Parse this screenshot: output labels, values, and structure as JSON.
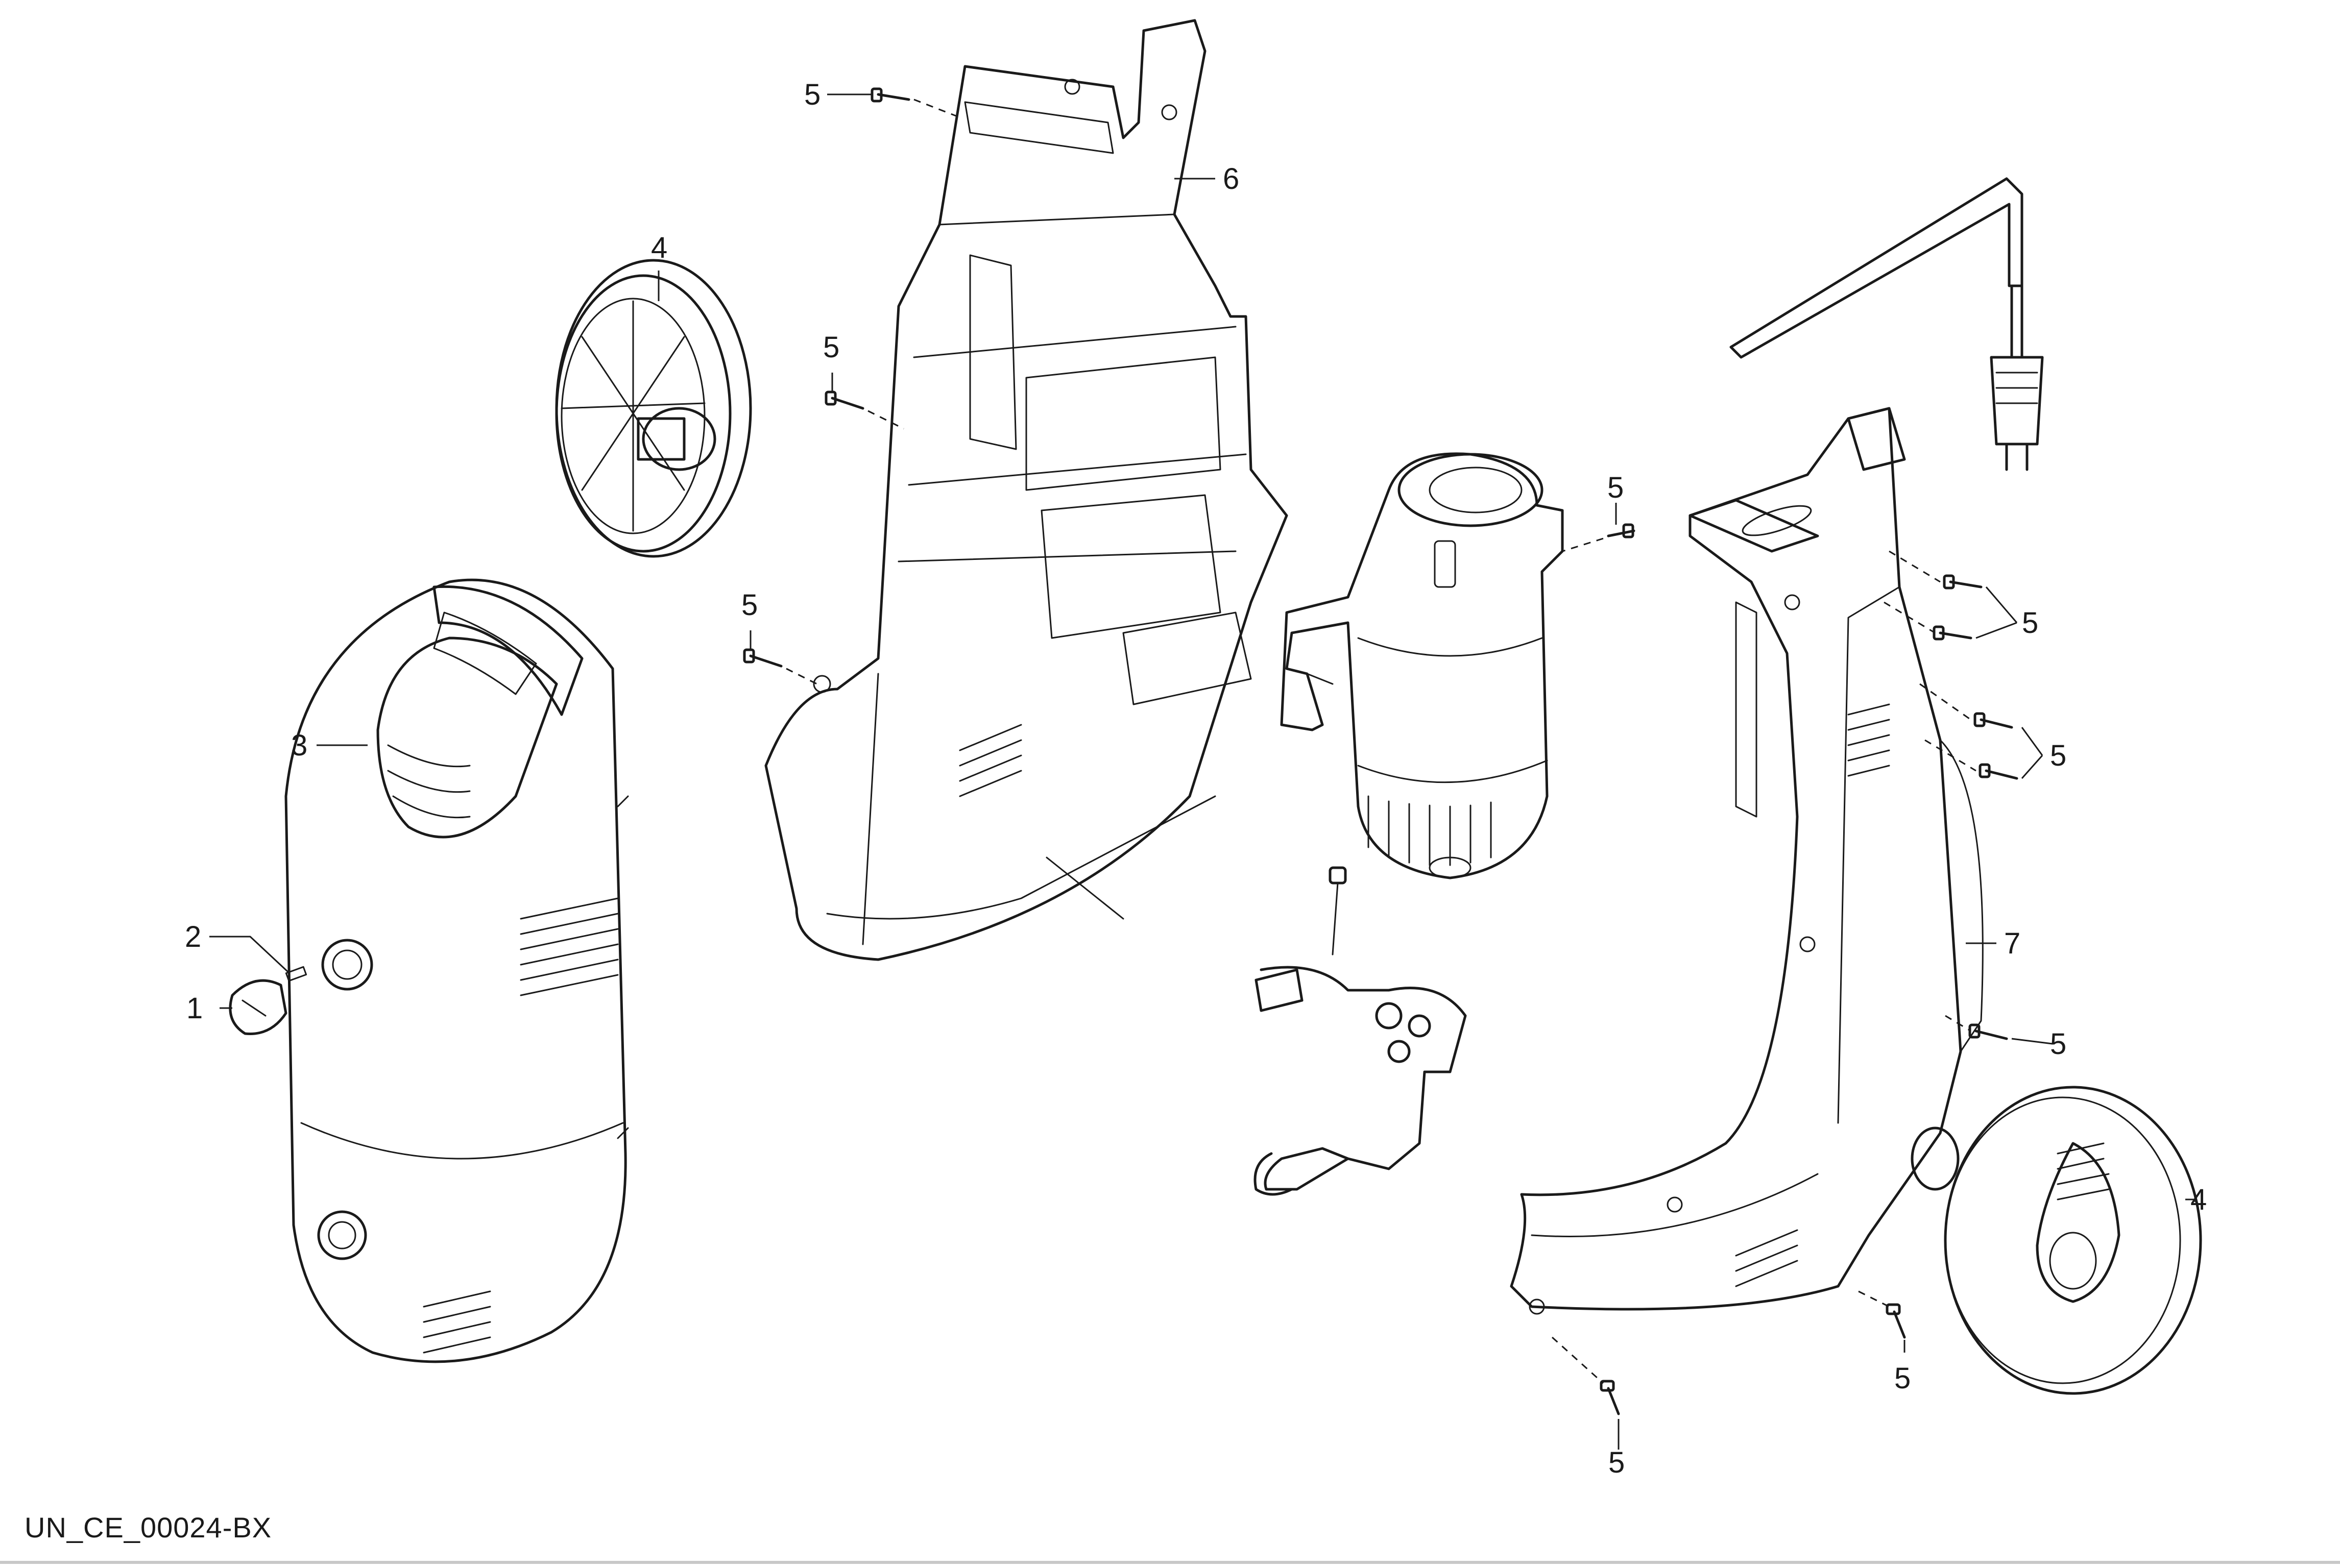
{
  "drawing_code": "UN_CE_00024-BX",
  "callouts": {
    "c1": "1",
    "c2": "2",
    "c3": "3",
    "c4a": "4",
    "c4b": "4",
    "c5a": "5",
    "c5b": "5",
    "c5c": "5",
    "c5d": "5",
    "c5e": "5",
    "c5f": "5",
    "c5g": "5",
    "c5h": "5",
    "c5i": "5",
    "c6": "6",
    "c7": "7"
  }
}
